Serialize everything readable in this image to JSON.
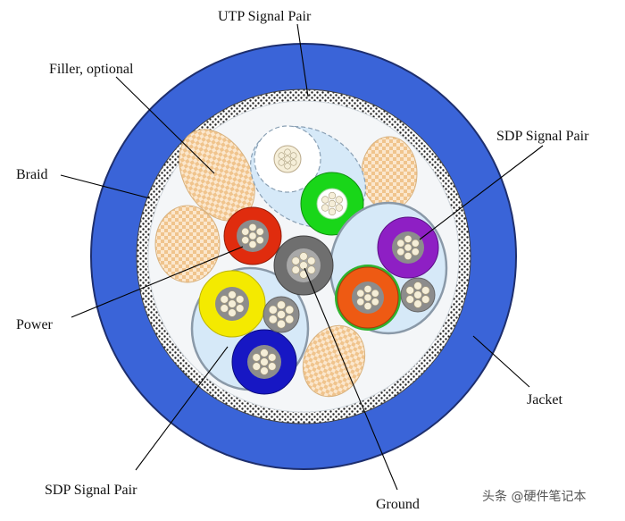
{
  "labels": {
    "utp_signal_pair": "UTP Signal Pair",
    "filler": "Filler, optional",
    "braid": "Braid",
    "sdp_signal_pair_right": "SDP Signal Pair",
    "power": "Power",
    "jacket": "Jacket",
    "sdp_signal_pair_bottom": "SDP Signal Pair",
    "ground": "Ground"
  },
  "watermark": "头条 @硬件笔记本",
  "colors": {
    "jacket": "#3a64d8",
    "braid": "#2a2a2a",
    "inner_fill": "#f4f6f8",
    "pair_shield": "#d6e9f8",
    "filler": "#f2c894",
    "power": "#e02c0e",
    "ground": "#6f6f6f",
    "utp_green": "#19d619",
    "sdp_purple": "#8e1fc4",
    "sdp_orange": "#ee5a13",
    "sdp_yellow": "#f4ea00",
    "sdp_blue": "#1717c4",
    "conductor_grey": "#8c8c8c",
    "strand": "#f5eed8",
    "leader_line": "#000000"
  }
}
